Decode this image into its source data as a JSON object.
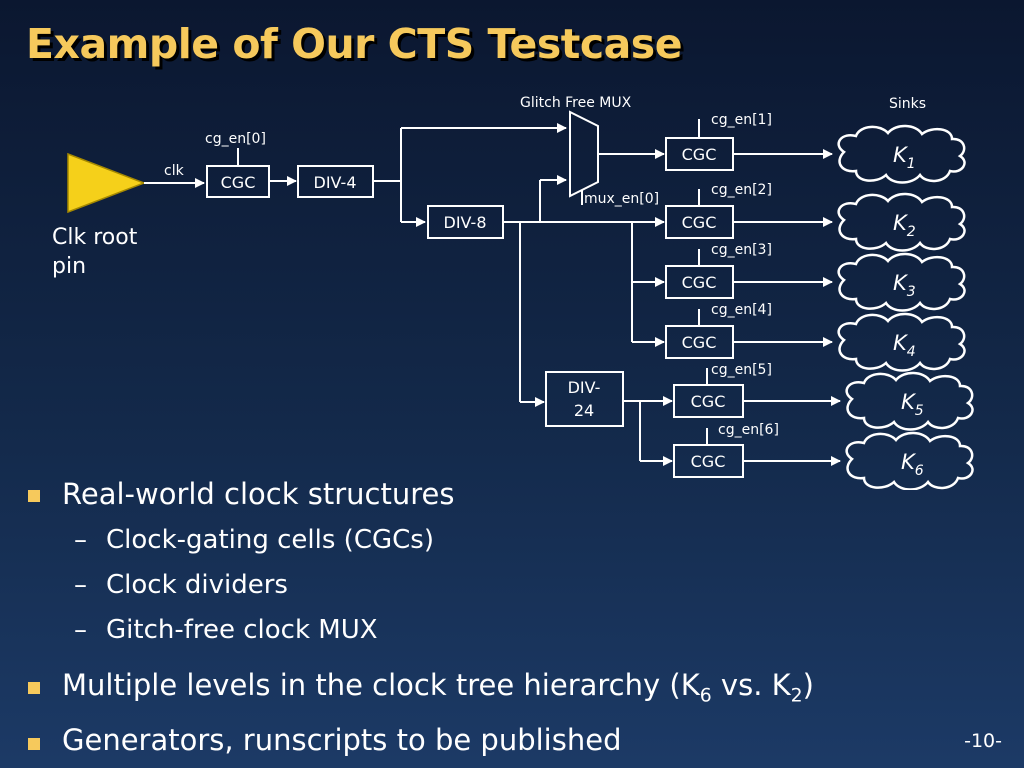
{
  "title": "Example of Our CTS Testcase",
  "diagram": {
    "mux_label": "Glitch Free MUX",
    "sinks_label": "Sinks",
    "clk_label": "clk",
    "root_label_line1": "Clk root",
    "root_label_line2": "pin",
    "cgc": "CGC",
    "div4": "DIV-4",
    "div8": "DIV-8",
    "div24_line1": "DIV-",
    "div24_line2": "24",
    "mux_en": "mux_en[0]",
    "cg_en0": "cg_en[0]",
    "cg_en1": "cg_en[1]",
    "cg_en2": "cg_en[2]",
    "cg_en3": "cg_en[3]",
    "cg_en4": "cg_en[4]",
    "cg_en5": "cg_en[5]",
    "cg_en6": "cg_en[6]",
    "sink_letter": "K",
    "sink_indices": [
      "1",
      "2",
      "3",
      "4",
      "5",
      "6"
    ],
    "colors": {
      "root_pin": "#f5d01a",
      "title": "#f6c95c",
      "wire": "#ffffff"
    }
  },
  "bullets": {
    "b1": "Real-world clock structures",
    "b1_sub1": "Clock-gating cells (CGCs)",
    "b1_sub2": "Clock dividers",
    "b1_sub3": "Gitch-free clock MUX",
    "b2_pre": "Multiple levels in the clock tree hierarchy (K",
    "b2_sub_a": "6",
    "b2_mid": " vs. K",
    "b2_sub_b": "2",
    "b2_post": ")",
    "b3": "Generators, runscripts to be published",
    "dash": "–"
  },
  "page_number": "-10-"
}
